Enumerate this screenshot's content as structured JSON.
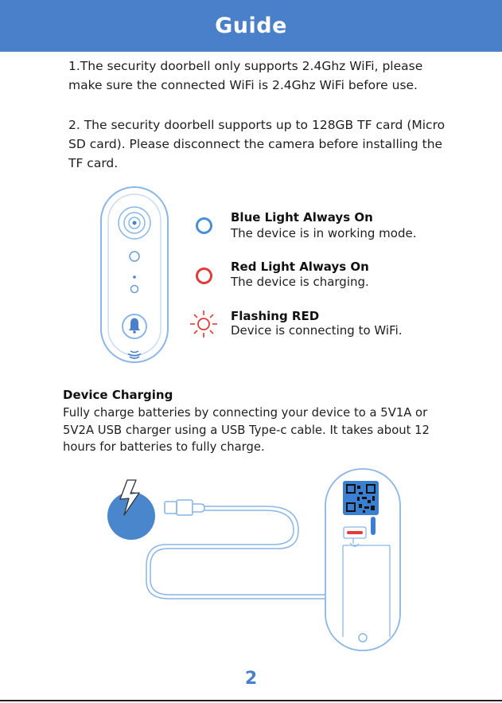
{
  "header": {
    "title": "Guide"
  },
  "intro": {
    "p1": "1.The security doorbell only supports 2.4Ghz WiFi, please make sure the connected WiFi is 2.4Ghz WiFi before use.",
    "p2": "2. The security doorbell supports up to 128GB TF card (Micro SD card). Please disconnect the camera before installing the TF card."
  },
  "indicators": [
    {
      "title": "Blue Light Always On",
      "desc": "The device is in working mode.",
      "color": "#4a8fd6",
      "icon": "blue-ring-icon"
    },
    {
      "title": "Red Light Always On",
      "desc": "The device is charging.",
      "color": "#e23b3b",
      "icon": "red-ring-icon"
    },
    {
      "title": "Flashing RED",
      "desc": "Device is connecting to WiFi.",
      "color": "#e23b3b",
      "icon": "flashing-light-icon"
    }
  ],
  "charging": {
    "title": "Device Charging",
    "body": "Fully charge batteries by connecting your device to a 5V1A or 5V2A USB charger using a USB Type-c cable. It takes about 12   hours for batteries to fully charge."
  },
  "page_number": "2",
  "colors": {
    "accent": "#4a7fc9",
    "line_art": "#8ab6e8"
  }
}
